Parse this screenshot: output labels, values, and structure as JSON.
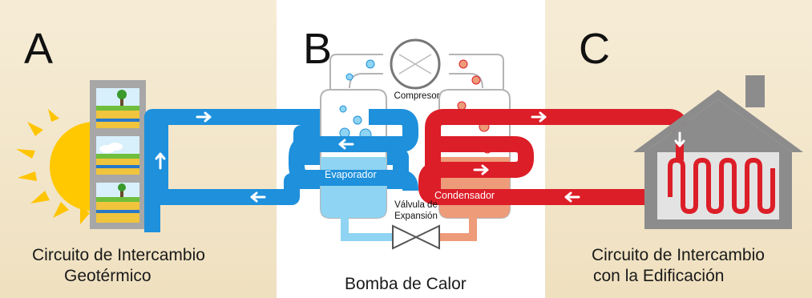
{
  "panels": {
    "a": {
      "letter": "A",
      "caption_line1": "Circuito de Intercambio",
      "caption_line2": "Geotérmico"
    },
    "b": {
      "letter": "B",
      "caption": "Bomba de Calor"
    },
    "c": {
      "letter": "C",
      "caption_line1": "Circuito de Intercambio",
      "caption_line2": "con la Edificación"
    }
  },
  "components": {
    "compressor": "Compresor",
    "evaporator": "Evaporador",
    "condenser": "Condensador",
    "valve_line1": "Válvula de",
    "valve_line2": "Expansión"
  },
  "colors": {
    "panel_beige": "#f3e7cc",
    "panel_white": "#ffffff",
    "cold_blue": "#1e90dc",
    "hot_red": "#dc1e28",
    "evaporator_fill": "#8fd4f2",
    "condenser_fill": "#ee9b7a",
    "house_gray": "#8c8c8c",
    "sun_yellow": "#ffc800"
  },
  "icons": [
    "sun-icon",
    "ground-layers-icon",
    "house-icon",
    "radiator-coil-icon",
    "compressor-icon",
    "expansion-valve-icon",
    "flow-arrow-icon"
  ]
}
